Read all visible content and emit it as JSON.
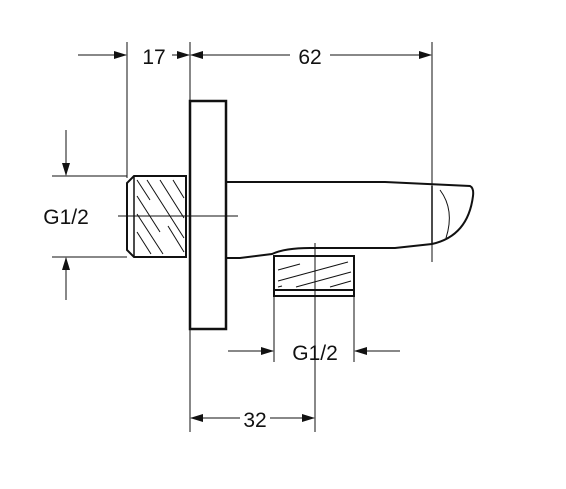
{
  "dimensions": {
    "top_left": "17",
    "top_right": "62",
    "left_thread": "G1/2",
    "bottom_thread": "G1/2",
    "bottom_offset": "32"
  },
  "colors": {
    "ink": "#111111",
    "background": "#ffffff"
  }
}
